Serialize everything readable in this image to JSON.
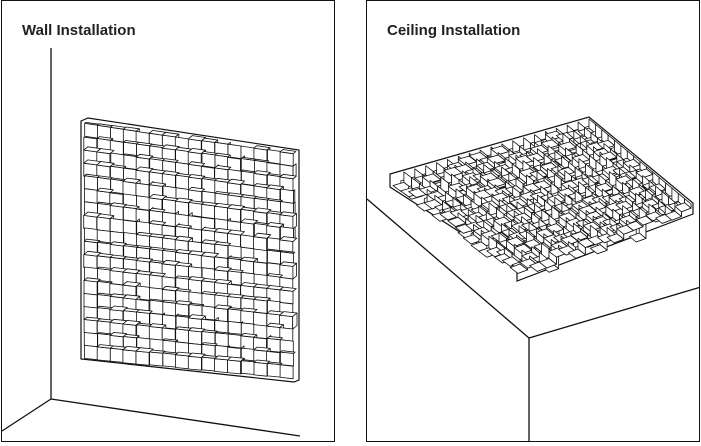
{
  "panels": {
    "wall": {
      "title": "Wall Installation",
      "illustration": "wall-mounted-3d-diffuser-panel-in-room-corner"
    },
    "ceiling": {
      "title": "Ceiling Installation",
      "illustration": "ceiling-mounted-3d-diffuser-panel-above-room-corner"
    }
  },
  "colors": {
    "line": "#111111",
    "background": "#ffffff"
  }
}
